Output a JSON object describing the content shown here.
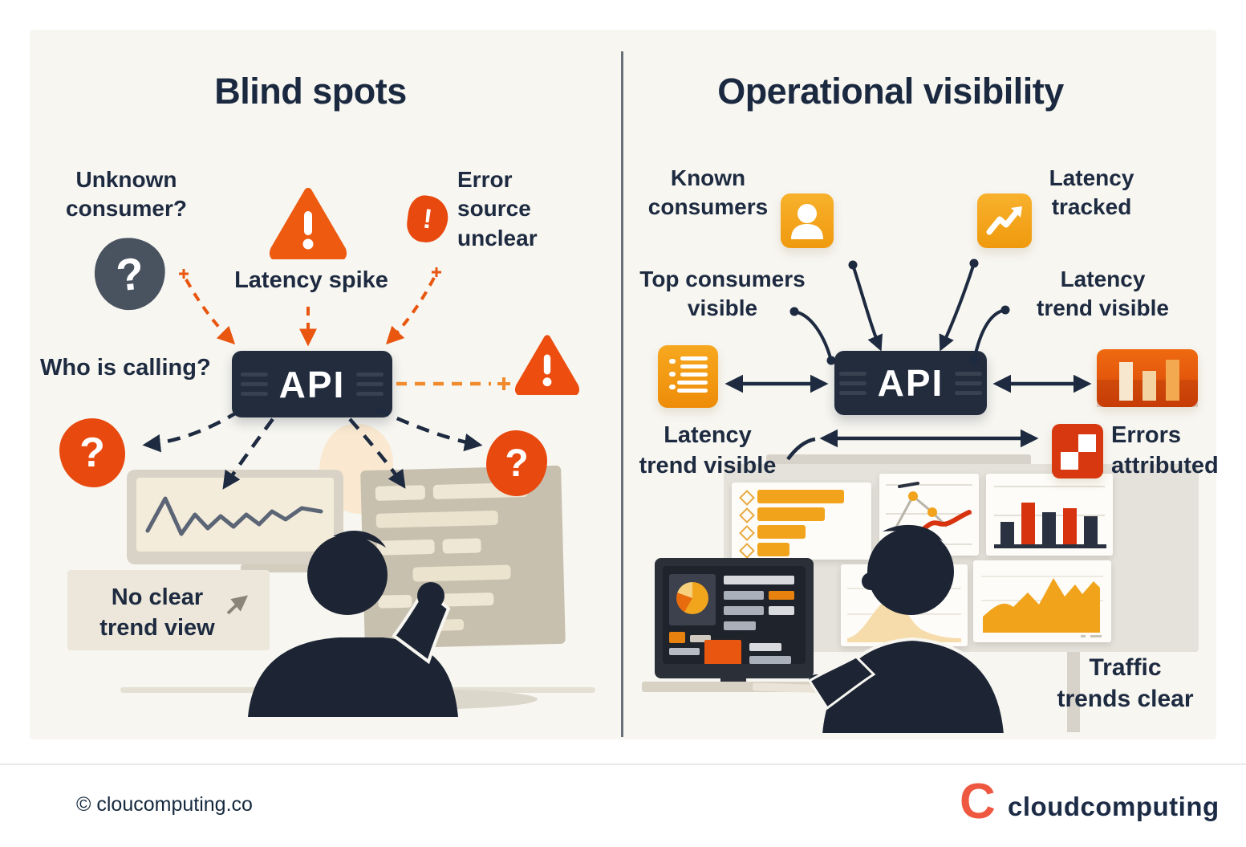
{
  "colors": {
    "panel_bg": "#f7f6f1",
    "navy_text": "#1d2a40",
    "amber_icon": "#f2a31c",
    "orange_deep": "#e8560f",
    "red_icon": "#d8380f",
    "gray_blob": "#49525f",
    "api_bg": "#222c3d",
    "logo_coral": "#ee5740"
  },
  "glyphs": {
    "question_mark": "?",
    "exclamation_mark": "!"
  },
  "left_panel": {
    "title": "Blind spots",
    "unknown_consumer": "Unknown\nconsumer?",
    "latency_spike": "Latency spike",
    "error_source": "Error\nsource\nunclear",
    "who_is_calling": "Who is calling?",
    "api_label": "API",
    "no_clear_trend": "No clear\ntrend view"
  },
  "right_panel": {
    "title": "Operational visibility",
    "known_consumers": "Known\nconsumers",
    "latency_tracked": "Latency\ntracked",
    "top_consumers_visible": "Top consumers\nvisible",
    "latency_trend_visible_top": "Latency\ntrend visible",
    "api_label": "API",
    "latency_trend_visible_bottom": "Latency\ntrend visible",
    "errors_attributed": "Errors\nattributed",
    "traffic_trends_clear": "Traffic\ntrends clear"
  },
  "footer": {
    "copyright": "© cloucomputing.co",
    "logo_letter": "C",
    "brand": "cloudcomputing"
  }
}
